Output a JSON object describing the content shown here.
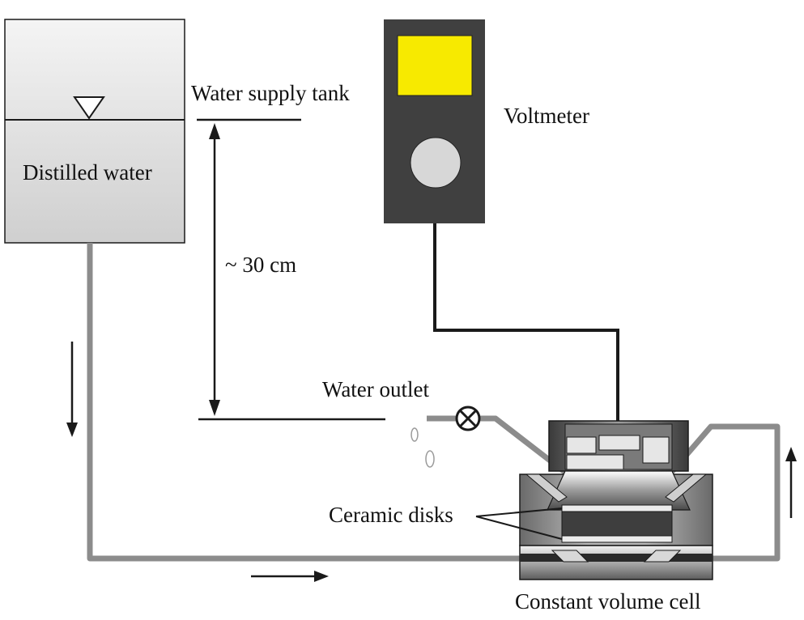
{
  "labels": {
    "distilled_water": "Distilled water",
    "water_supply_tank": "Water supply tank",
    "voltmeter": "Voltmeter",
    "height": "~ 30 cm",
    "water_outlet": "Water outlet",
    "ceramic_disks": "Ceramic disks",
    "constant_volume_cell": "Constant volume cell"
  },
  "colors": {
    "pipe": "#8c8c8c",
    "line": "#1a1a1a",
    "voltmeter_body": "#404040",
    "voltmeter_display": "#f7ea00",
    "voltmeter_knob": "#d7d7d7"
  }
}
